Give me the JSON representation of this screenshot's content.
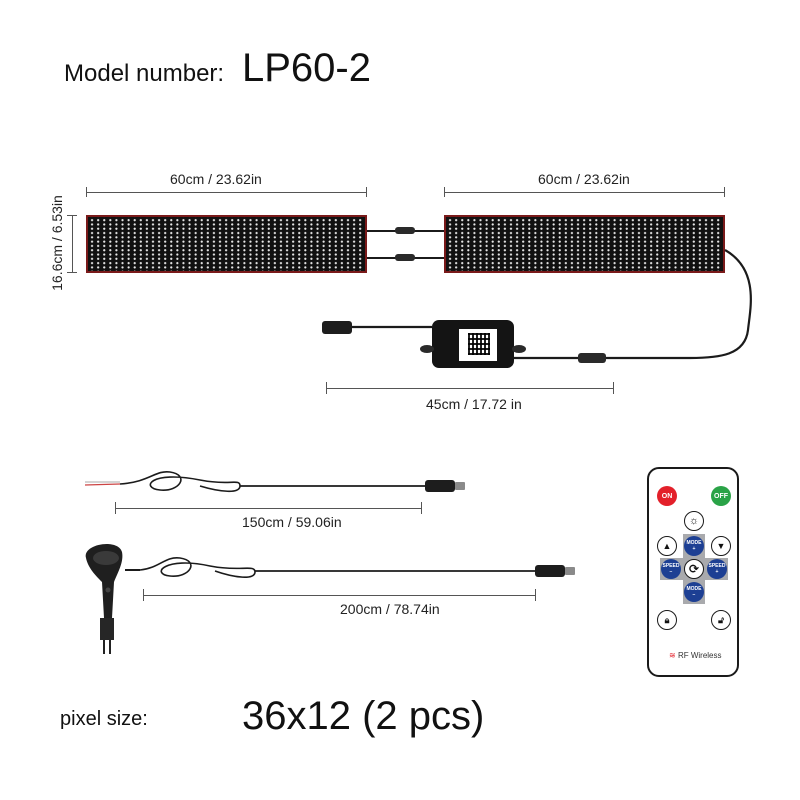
{
  "header": {
    "label": "Model number:",
    "model": "LP60-2"
  },
  "panels": {
    "left_width": "60cm / 23.62in",
    "right_width": "60cm / 23.62in",
    "height": "16.6cm / 6.53in",
    "panel_color": "#7a1a1a"
  },
  "controller": {
    "cable_length": "45cm / 17.72 in"
  },
  "cables": {
    "bare_wire_length": "150cm / 59.06in",
    "car_charger_length": "200cm / 78.74in"
  },
  "remote": {
    "on_label": "ON",
    "off_label": "OFF",
    "mode_plus_label": "MODE\n+",
    "mode_minus_label": "MODE\n−",
    "speed_minus_label": "SPEED\n−",
    "speed_plus_label": "SPEED\n+",
    "brightness_icon": "sun-icon",
    "brightness_up_icon": "brightness-up-icon",
    "brightness_down_icon": "brightness-down-icon",
    "cycle_icon": "cycle-icon",
    "lock_icon": "lock-icon",
    "unlock_icon": "unlock-icon",
    "footer": "RF Wireless",
    "on_color": "#e3202a",
    "off_color": "#2aa347",
    "button_blue": "#1d3f93"
  },
  "footer": {
    "label": "pixel size:",
    "value": "36x12 (2 pcs)"
  }
}
